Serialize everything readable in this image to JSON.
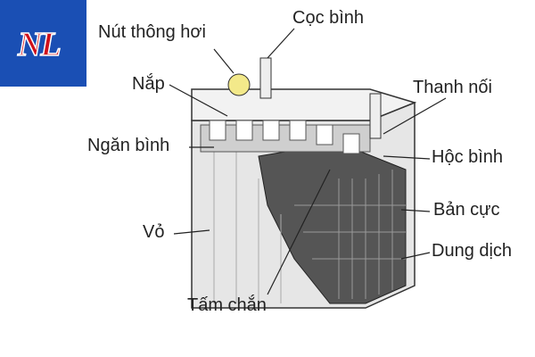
{
  "logo": {
    "text": "NL",
    "bg_color": "#1a4fb4",
    "text_color": "#d0111b"
  },
  "labels": {
    "vent_cap": "Nút thông hơi",
    "terminal": "Cọc bình",
    "lid": "Nắp",
    "connector": "Thanh nối",
    "cell_compartment": "Ngăn bình",
    "cell_block": "Hộc bình",
    "case": "Vỏ",
    "plates": "Bản cực",
    "electrolyte": "Dung dịch",
    "separator": "Tấm chắn"
  }
}
